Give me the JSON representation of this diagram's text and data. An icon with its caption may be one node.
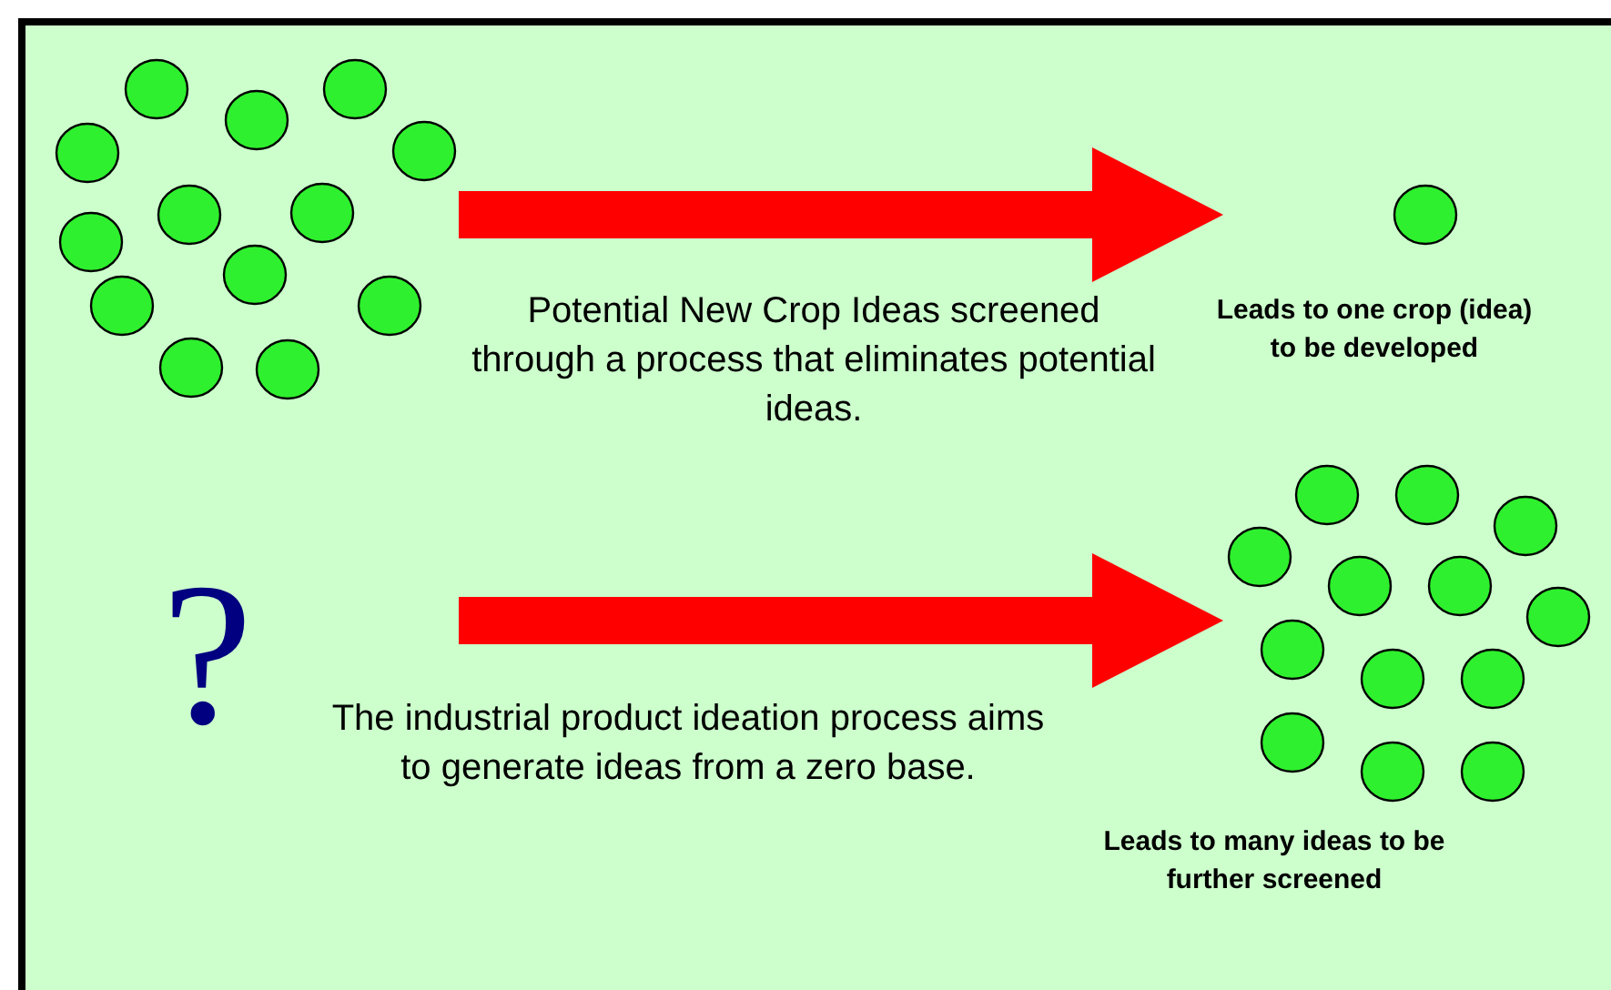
{
  "diagram": {
    "nodes": [
      {
        "text": [],
        "shape": "picture"
      },
      {
        "text": [],
        "shape": "circle",
        "beside": [
          "Leads to one crop (idea) to be developed"
        ]
      },
      {
        "text": [
          "?"
        ]
      },
      {
        "text": [],
        "shape": "picture",
        "beside": [
          "Leads to many ideas to be further screened"
        ]
      }
    ],
    "edges": [
      {
        "from": 0,
        "to": 1,
        "arrow": "to",
        "label": "Potential New Crop Ideas screened through a process that eliminates potential ideas.",
        "style": "thick",
        "color": "#ff0000"
      },
      {
        "from": 2,
        "to": 3,
        "arrow": "to",
        "label": "The industrial product ideation process aims to generate ideas from a zero base.",
        "style": "thick",
        "color": "#ff0000"
      }
    ]
  }
}
